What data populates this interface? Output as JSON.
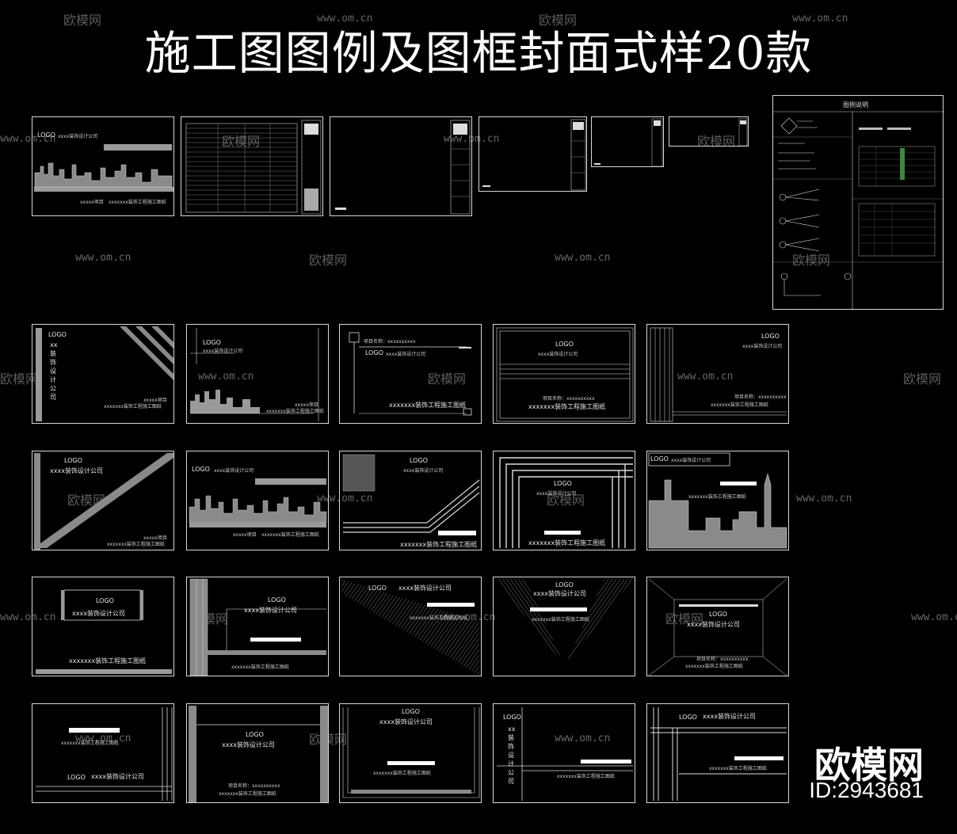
{
  "title": "施工图图例及图框封面式样20款",
  "watermarks": {
    "brand": "欧模网",
    "url": "www.om.cn",
    "id": "ID:2943681"
  },
  "legend": {
    "heading": "图例说明"
  },
  "labels": {
    "logo": "LOGO",
    "company": "xxxx装饰设计公司",
    "company_short": "xxxx装饰设计公司",
    "project": "xxxxx项目",
    "drawing": "xxxxxxx装饰工程施工图纸",
    "drawing2": "xxxxxxx装饰工程施工图纸",
    "project_name": "项目名称：xxxxxxxxxx",
    "vertical_company": "xx装饰设计公司"
  }
}
